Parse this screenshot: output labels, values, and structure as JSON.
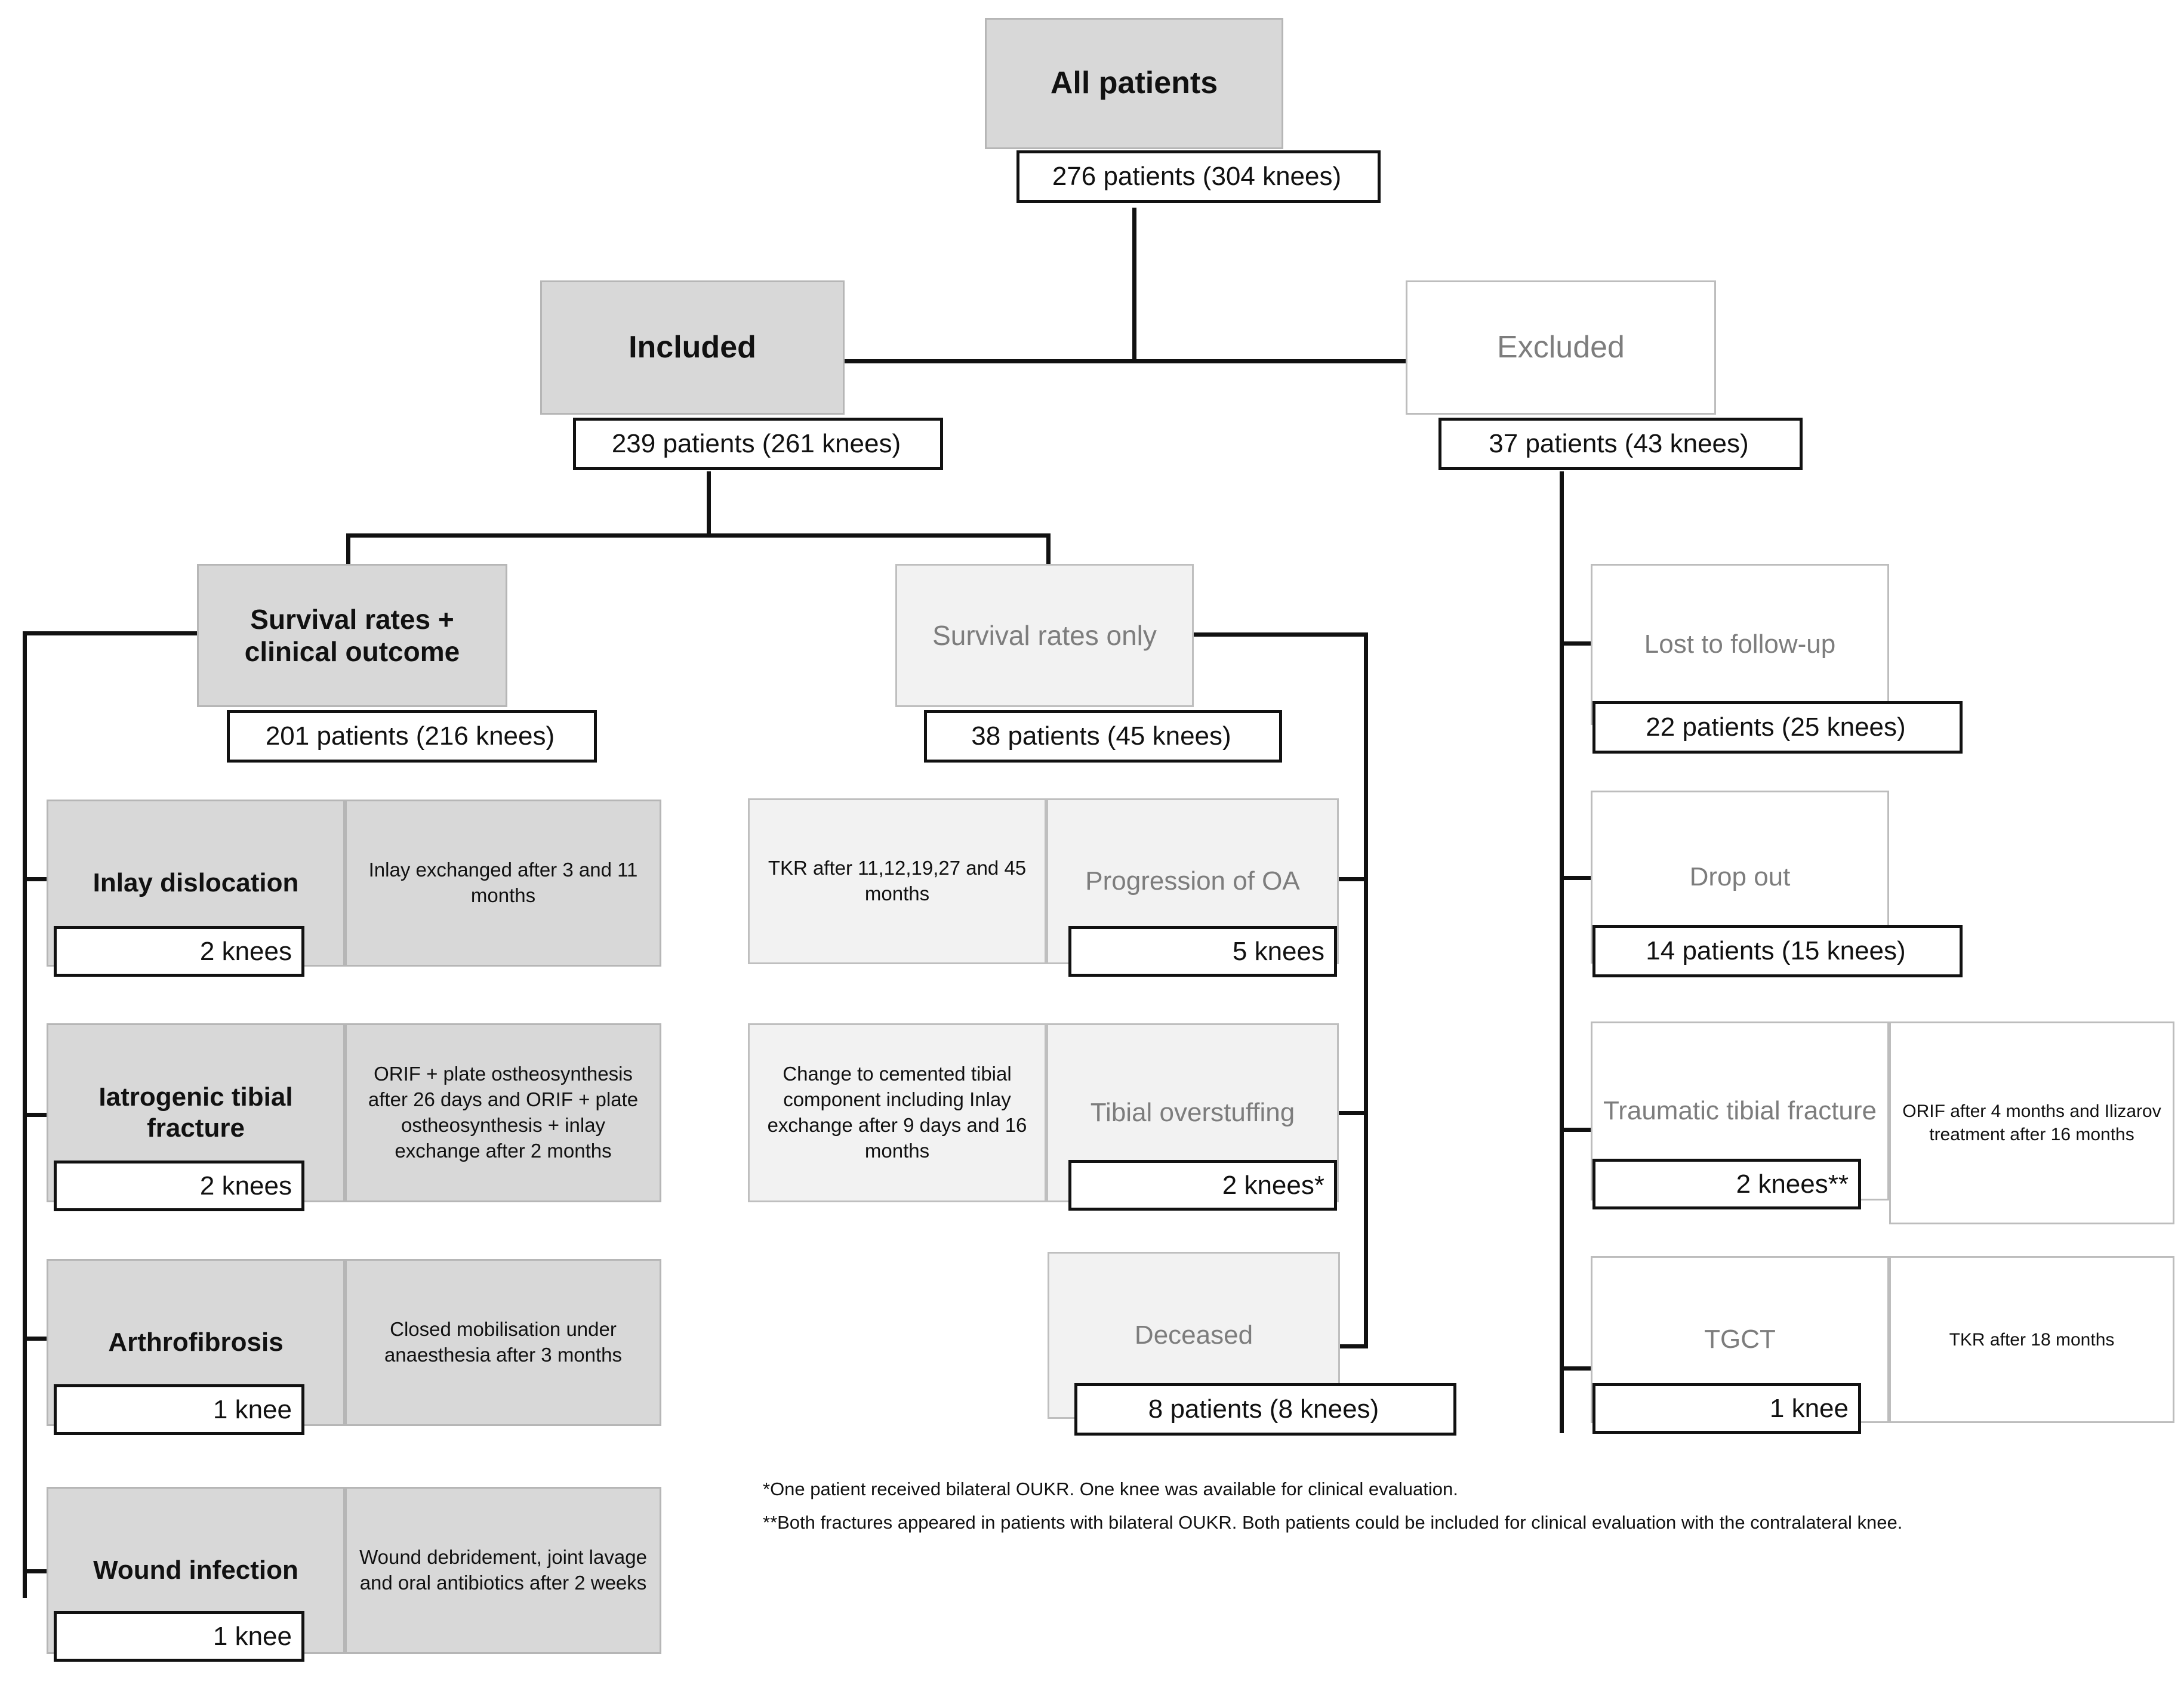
{
  "diagram": {
    "type": "patient-flow-chart",
    "root": {
      "title": "All patients",
      "count": "276 patients (304 knees)"
    },
    "level2": [
      {
        "title": "Included",
        "count": "239 patients (261 knees)",
        "style": "dark"
      },
      {
        "title": "Excluded",
        "count": "37 patients (43 knees)",
        "style": "white"
      }
    ],
    "level3": [
      {
        "title": "Survival rates + clinical outcome",
        "count": "201 patients (216 knees)",
        "style": "dark"
      },
      {
        "title": "Survival rates only",
        "count": "38 patients (45 knees)",
        "style": "light"
      }
    ],
    "clinical_outcome_complications": [
      {
        "title": "Inlay dislocation",
        "count": "2 knees",
        "detail": "Inlay exchanged after 3 and 11 months"
      },
      {
        "title": "Iatrogenic tibial fracture",
        "count": "2 knees",
        "detail": "ORIF + plate ostheosynthesis after 26 days and ORIF + plate ostheosynthesis + inlay exchange after 2 months"
      },
      {
        "title": "Arthrofibrosis",
        "count": "1 knee",
        "detail": "Closed mobilisation under anaesthesia after 3 months"
      },
      {
        "title": "Wound infection",
        "count": "1 knee",
        "detail": "Wound debridement, joint lavage and oral antibiotics after 2 weeks"
      }
    ],
    "survival_only_outcomes": [
      {
        "title": "Progression of OA",
        "count": "5 knees",
        "detail": "TKR after 11,12,19,27 and 45 months"
      },
      {
        "title": "Tibial overstuffing",
        "count": "2 knees*",
        "detail": "Change to cemented tibial component including Inlay exchange after 9 days and 16 months"
      },
      {
        "title": "Deceased",
        "count": "8 patients (8 knees)",
        "detail": ""
      }
    ],
    "excluded_reasons": [
      {
        "title": "Lost to follow-up",
        "count": "22 patients (25 knees)",
        "detail": ""
      },
      {
        "title": "Drop out",
        "count": "14 patients (15 knees)",
        "detail": ""
      },
      {
        "title": "Traumatic tibial fracture",
        "count": "2 knees**",
        "detail": "ORIF after 4 months and Ilizarov treatment after 16 months"
      },
      {
        "title": "TGCT",
        "count": "1 knee",
        "detail": "TKR after 18 months"
      }
    ],
    "footnotes": [
      "*One patient received bilateral OUKR. One knee was available for clinical evaluation.",
      "**Both fractures appeared in patients with bilateral OUKR. Both patients could be included for clinical evaluation with the contralateral knee."
    ],
    "colors": {
      "box_dark_fill": "#d8d8d8",
      "box_light_fill": "#f2f2f2",
      "box_white_fill": "#ffffff",
      "border_gray": "#bdbdbd",
      "text_dark": "#111111",
      "text_gray": "#7d7d7d",
      "connector": "#111111"
    }
  }
}
